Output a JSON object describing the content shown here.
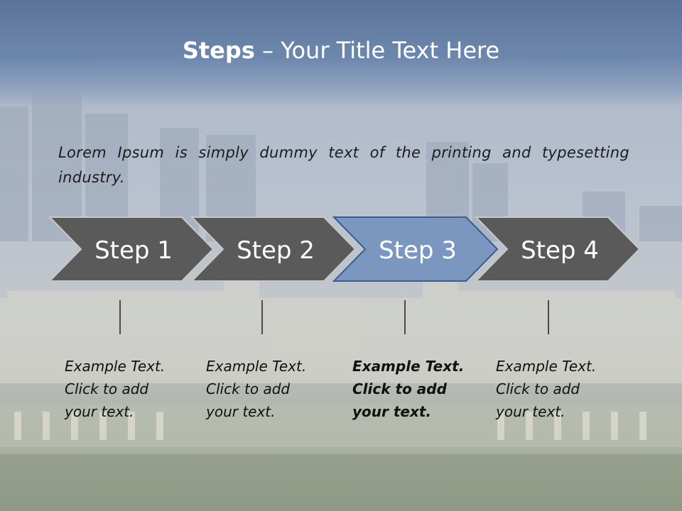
{
  "slide": {
    "title_bold": "Steps",
    "title_rest": " – Your Title Text Here",
    "intro": "Lorem Ipsum is simply dummy text of the printing and typesetting industry."
  },
  "steps": [
    {
      "label": "Step 1",
      "text": "Example Text.\nClick  to add\nyour text.",
      "active": false
    },
    {
      "label": "Step 2",
      "text": "Example Text.\nClick  to add\nyour text.",
      "active": false
    },
    {
      "label": "Step 3",
      "text": "Example Text.\nClick  to add\nyour text.",
      "active": true
    },
    {
      "label": "Step 4",
      "text": "Example Text.\nClick  to add\nyour text.",
      "active": false
    }
  ],
  "colors": {
    "step_fill": "#5a5a5a",
    "active_fill": "#7b97bf",
    "active_stroke": "#3b5d8e",
    "step_text": "#ffffff",
    "title_band": "#5c7398"
  }
}
